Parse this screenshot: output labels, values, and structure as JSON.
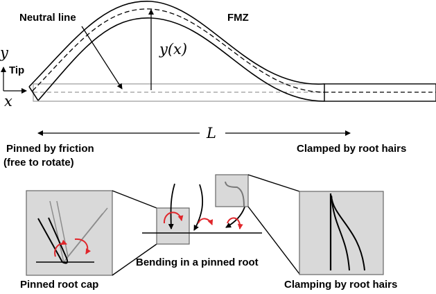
{
  "labels": {
    "neutral_line": "Neutral line",
    "fmz": "FMZ",
    "tip": "Tip",
    "axis_y": "y",
    "axis_x": "x",
    "deflection": "y(x)",
    "length": "L",
    "pinned_by_friction": "Pinned by friction",
    "free_to_rotate": "(free to rotate)",
    "clamped_by_root_hairs": "Clamped by root hairs",
    "bending_in_pinned_root": "Bending in a pinned root",
    "pinned_root_cap": "Pinned root cap",
    "clamping_by_root_hairs": "Clamping by root hairs"
  },
  "colors": {
    "box_fill": "#d9d9d9",
    "red_arrow": "#e0262b",
    "root_outline": "#000000",
    "grey_root": "#8c8c8c"
  }
}
